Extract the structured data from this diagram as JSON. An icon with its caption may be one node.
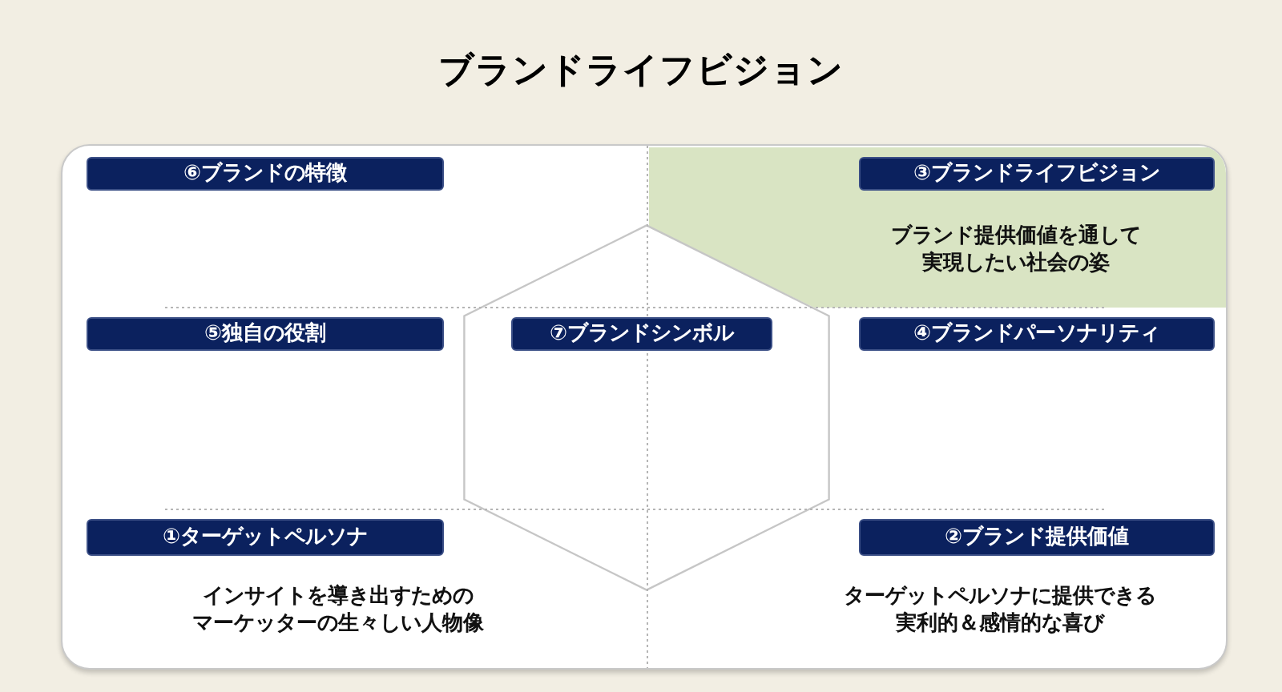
{
  "diagram": {
    "title": "ブランドライフビジョン",
    "nodes": [
      {
        "text": [],
        "shape": "box"
      },
      {
        "text": [
          "⑥ブランドの特徴"
        ],
        "in": 0
      },
      {
        "text": [],
        "shape": "polygon",
        "in": 0
      },
      {
        "text": [
          "③ブランドライフビジョン"
        ],
        "in": 2,
        "beside": [
          "ブランド提供価値を通して実現したい社会の姿"
        ]
      },
      {
        "text": [],
        "shape": "hexagon",
        "in": 0
      },
      {
        "text": [
          "⑤独自の役割"
        ],
        "in": 0
      },
      {
        "text": [
          "⑦ブランドシンボル"
        ],
        "in": 4
      },
      {
        "text": [
          "④ブランドパーソナリティ"
        ],
        "in": 0
      },
      {
        "text": [
          "①ターゲットペルソナ"
        ],
        "in": 0,
        "beside": [
          "インサイトを導き出すためのマーケッターの生々しい人物像"
        ]
      },
      {
        "text": [
          "②ブランド提供価値"
        ],
        "in": 0,
        "beside": [
          "ターゲットペルソナに提供できる実利的＆感情的な喜び"
        ]
      }
    ]
  }
}
